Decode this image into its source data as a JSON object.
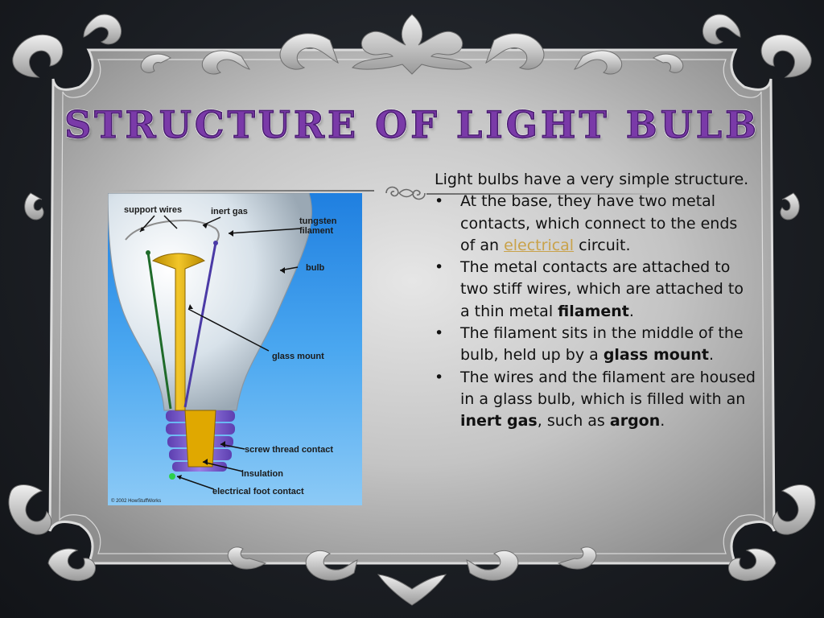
{
  "slide": {
    "title": "Structure of light bulb"
  },
  "intro": "Light bulbs have a very simple structure.",
  "bullets": [
    {
      "symbol": "•",
      "parts": [
        {
          "text": "At the base, they have two metal contacts, which connect to the ends of an "
        },
        {
          "text": "electrical",
          "style": "link"
        },
        {
          "text": " circuit."
        }
      ]
    },
    {
      "symbol": "•",
      "parts": [
        {
          "text": "The metal contacts are attached to two stiff wires, which are attached to a thin metal "
        },
        {
          "text": "filament",
          "style": "bold"
        },
        {
          "text": "."
        }
      ]
    },
    {
      "symbol": "•",
      "parts": [
        {
          "text": "The filament sits in the middle of the bulb, held up by a "
        },
        {
          "text": "glass mount",
          "style": "bold"
        },
        {
          "text": "."
        }
      ]
    },
    {
      "symbol": "•",
      "parts": [
        {
          "text": "The wires and the filament are housed in a glass bulb, which is filled with an "
        },
        {
          "text": "inert gas",
          "style": "bold"
        },
        {
          "text": ", such as "
        },
        {
          "text": "argon",
          "style": "bold"
        },
        {
          "text": "."
        }
      ]
    }
  ],
  "diagram": {
    "labels": {
      "support_wires": "support wires",
      "inert_gas": "inert gas",
      "tungsten_1": "tungsten",
      "tungsten_2": "filament",
      "bulb": "bulb",
      "glass_mount": "glass mount",
      "screw_thread_contact": "screw thread contact",
      "insulation": "insulation",
      "electrical_foot_contact": "electrical foot contact",
      "credit": "© 2002 HowStuffWorks"
    }
  },
  "colors": {
    "title_purple": "#7a3aa8",
    "link_gold": "#c9a24a",
    "frame_silver": "#b9b9b9",
    "diagram_blue": "#2f8fe6"
  }
}
